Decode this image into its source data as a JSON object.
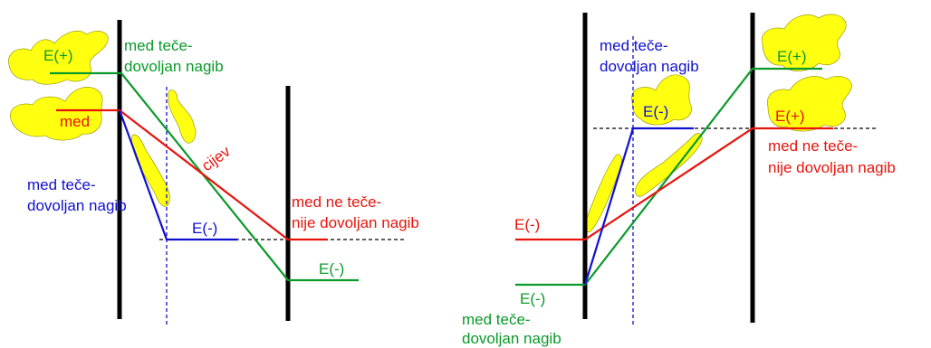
{
  "colors": {
    "green": "#0a9a2a",
    "red": "#e8140c",
    "blue": "#1010d0",
    "blob": "#ffff10",
    "wall": "#000000"
  },
  "left_panel": {
    "label_e_plus": "E(+)",
    "label_med": "med",
    "label_green_top_1": "med  teče-",
    "label_green_top_2": "dovoljan nagib",
    "label_cijev": "cijev",
    "label_blue_1": "med  teče-",
    "label_blue_2": "dovoljan nagib",
    "label_e_minus_blue": "E(-)",
    "label_red_1": "med ne teče-",
    "label_red_2": "nije dovoljan nagib",
    "label_e_minus_green": "E(-)"
  },
  "right_panel": {
    "label_blue_1": "med  teče-",
    "label_blue_2": "dovoljan nagib",
    "label_e_minus_blue": "E(-)",
    "label_e_plus_green": "E(+)",
    "label_e_plus_red": "E(+)",
    "label_red_1": "med ne teče-",
    "label_red_2": "nije dovoljan nagib",
    "label_e_minus_red": "E(-)",
    "label_e_minus_green": "E(-)",
    "label_green_bottom_1": "med  teče-",
    "label_green_bottom_2": "dovoljan nagib"
  }
}
